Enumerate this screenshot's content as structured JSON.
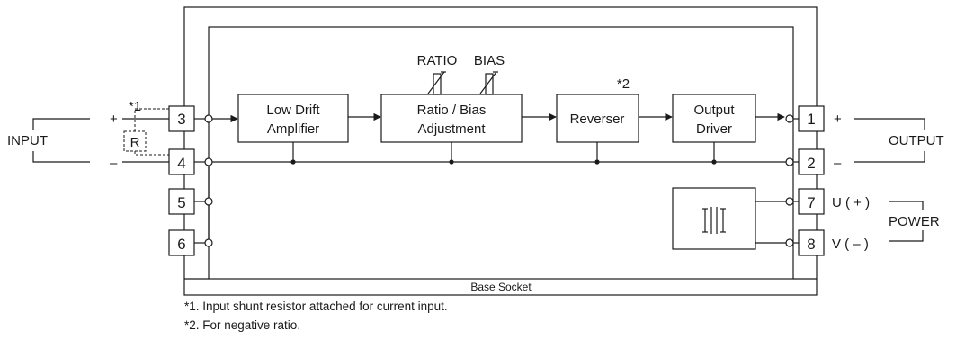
{
  "blocks": {
    "low_drift": [
      "Low Drift",
      "Amplifier"
    ],
    "ratio_bias": [
      "Ratio / Bias",
      "Adjustment"
    ],
    "reverser": "Reverser",
    "output_driver": [
      "Output",
      "Driver"
    ]
  },
  "trims": {
    "ratio": "RATIO",
    "bias": "BIAS"
  },
  "marks": {
    "star1": "*1",
    "star2": "*2",
    "plus": "+",
    "minus": "–"
  },
  "resistor_label": "R",
  "input_label": "INPUT",
  "output_label": "OUTPUT",
  "power_label": "POWER",
  "terminals": {
    "left": [
      "3",
      "4",
      "5",
      "6"
    ],
    "right": [
      "1",
      "2",
      "7",
      "8"
    ]
  },
  "power_pins": {
    "u": "U ( + )",
    "v": "V ( – )"
  },
  "base_socket": "Base Socket",
  "footnotes": [
    "*1. Input shunt resistor attached for current input.",
    "*2. For negative ratio."
  ]
}
